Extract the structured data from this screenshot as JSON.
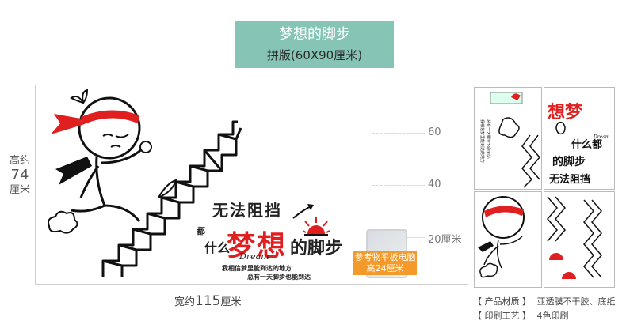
{
  "title": {
    "main": "梦想的脚步",
    "sub": "拼版(60X90厘米)"
  },
  "dimensions": {
    "height_prefix": "高约",
    "height_value": "74",
    "height_unit": "厘米",
    "width_prefix": "宽约",
    "width_value": "115",
    "width_unit": "厘米",
    "marks": [
      "60",
      "40",
      "20厘米"
    ]
  },
  "reference": {
    "line1": "参考物平板电脑",
    "line2": "高24厘米"
  },
  "artwork": {
    "phrase1": "无法阻挡",
    "phrase2_small": "什么",
    "phrase2_du": "都",
    "phrase2_big": "梦想",
    "phrase2_end": "的脚步",
    "dream": "Dream",
    "caption1": "我相信梦里能到达的地方",
    "caption2": "总有一天脚步也能到达"
  },
  "info": {
    "material_label": "【 产品材质 】",
    "material_value": "亚透膜不干胶、底纸",
    "print_label": "【 印刷工艺 】",
    "print_value": "4色印刷"
  },
  "colors": {
    "title_bg": "#86c5b6",
    "accent_red": "#e02020",
    "tablet_label_bg": "#f39a2a"
  }
}
